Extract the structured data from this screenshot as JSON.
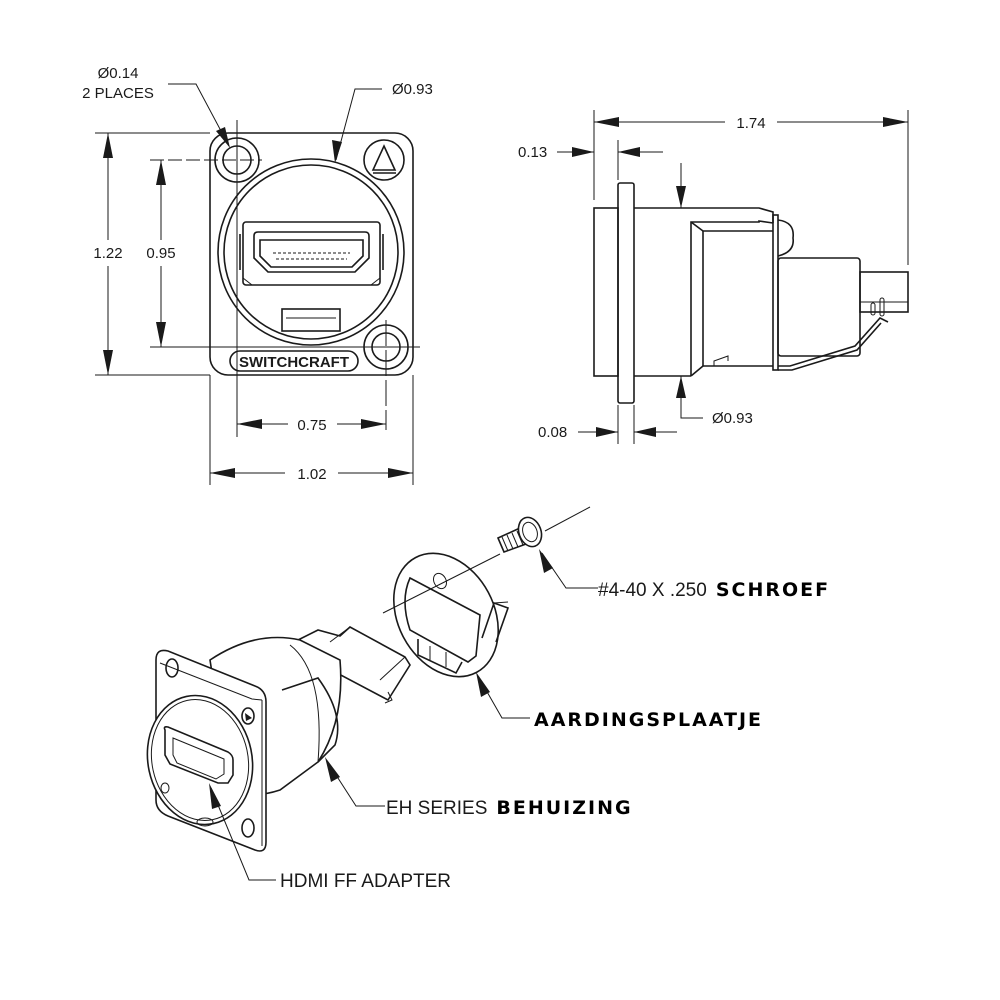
{
  "front_view": {
    "hole_dia_label": "Ø0.14",
    "hole_count_label": "2 PLACES",
    "body_dia_label": "Ø0.93",
    "height_label": "1.22",
    "hole_spacing_v_label": "0.95",
    "hole_spacing_h_label": "0.75",
    "width_label": "1.02",
    "brand_text": "SWITCHCRAFT"
  },
  "side_view": {
    "length_label": "1.74",
    "flange_offset_label": "0.13",
    "flange_thickness_label": "0.08",
    "body_dia_label": "Ø0.93"
  },
  "exploded_view": {
    "screw_label_part1": "#4-40 X .250",
    "screw_label_part2": "SCHROEF",
    "plate_label": "AARDINGSPLAATJE",
    "housing_label_part1": "EH SERIES",
    "housing_label_part2": "BEHUIZING",
    "adapter_label": "HDMI FF ADAPTER"
  }
}
